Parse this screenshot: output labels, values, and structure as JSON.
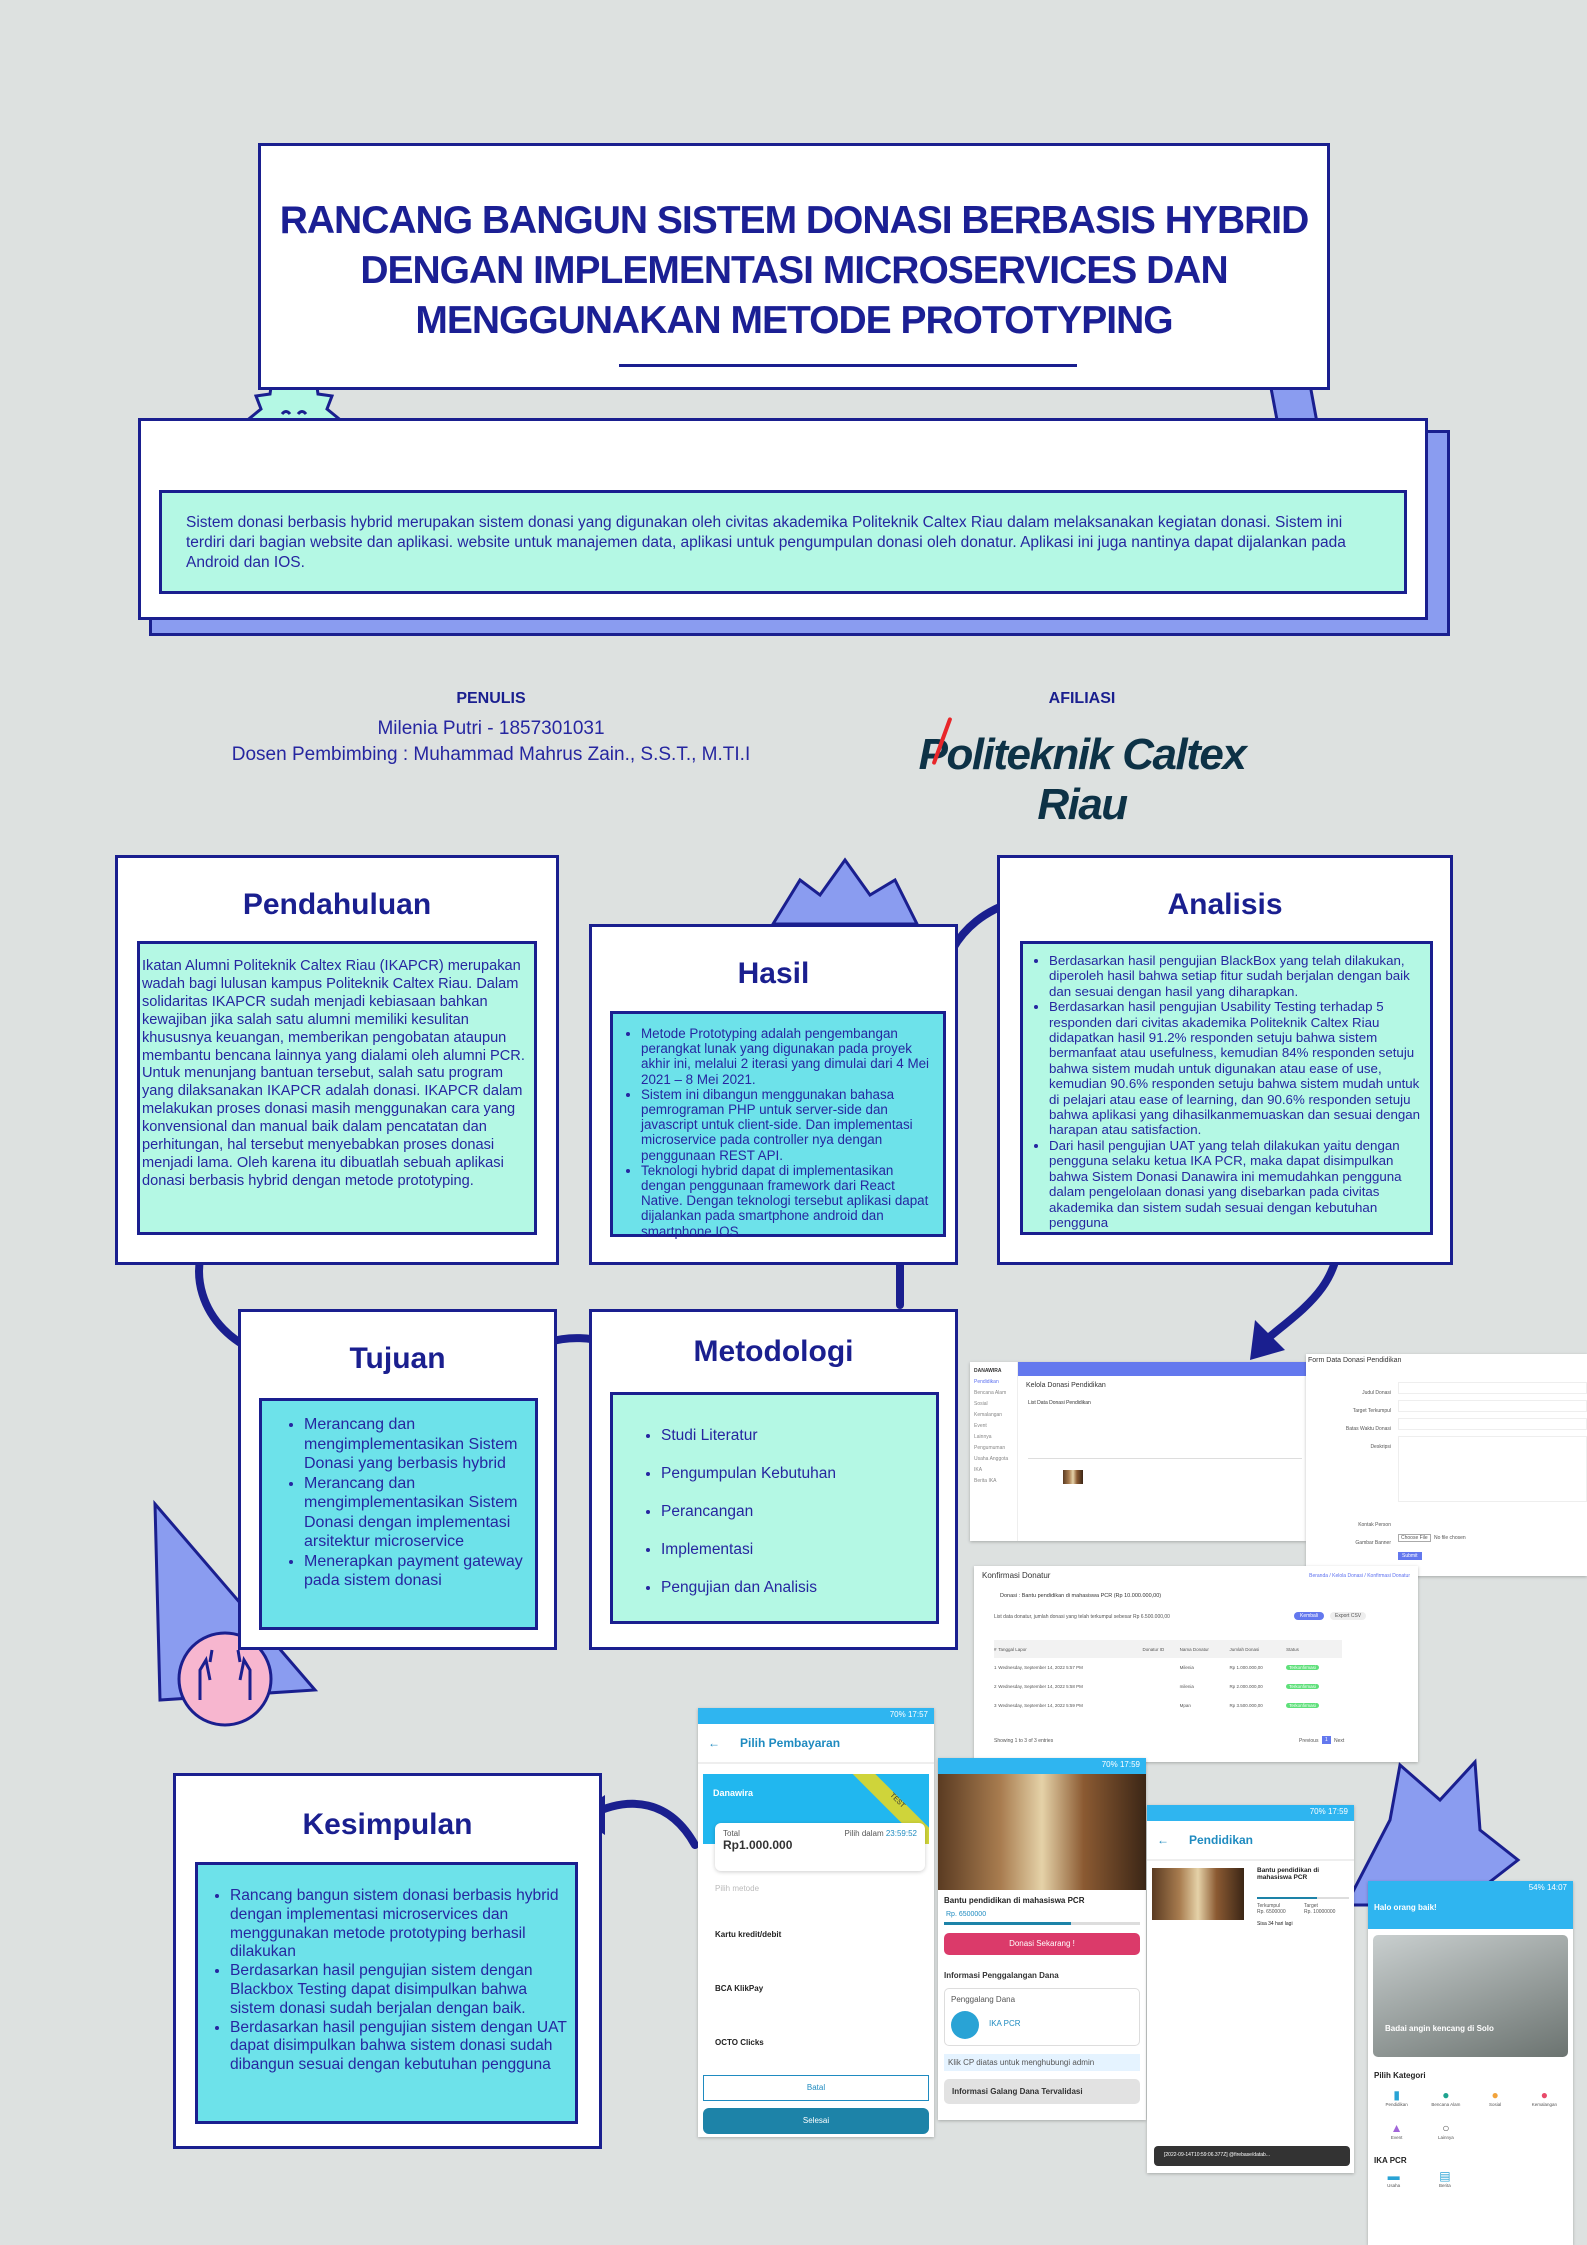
{
  "title": {
    "lines": [
      "RANCANG BANGUN SISTEM DONASI BERBASIS HYBRID",
      "DENGAN IMPLEMENTASI MICROSERVICES DAN",
      "MENGGUNAKAN METODE PROTOTYPING"
    ]
  },
  "intro": "Sistem donasi berbasis hybrid merupakan sistem donasi yang digunakan oleh civitas akademika Politeknik Caltex Riau dalam melaksanakan kegiatan donasi. Sistem ini terdiri dari bagian website dan aplikasi. website untuk manajemen data, aplikasi untuk pengumpulan donasi oleh donatur. Aplikasi ini juga nantinya dapat dijalankan pada Android dan IOS.",
  "authors": {
    "heading": "PENULIS",
    "name": "Milenia Putri - 1857301031",
    "advisor": "Dosen Pembimbing : Muhammad Mahrus Zain., S.S.T., M.TI.I"
  },
  "affiliation": {
    "heading": "AFILIASI",
    "logo_text": "Politeknik Caltex Riau"
  },
  "pendahuluan": {
    "title": "Pendahuluan",
    "text": "Ikatan Alumni Politeknik Caltex Riau (IKAPCR) merupakan wadah bagi lulusan kampus Politeknik Caltex Riau. Dalam solidaritas IKAPCR sudah menjadi kebiasaan bahkan kewajiban jika salah satu alumni memiliki kesulitan khususnya keuangan, memberikan pengobatan ataupun membantu bencana lainnya yang dialami oleh alumni PCR. Untuk menunjang bantuan tersebut, salah satu program yang dilaksanakan IKAPCR adalah donasi. IKAPCR dalam melakukan proses donasi masih menggunakan cara yang konvensional dan manual baik dalam pencatatan dan perhitungan, hal tersebut menyebabkan proses donasi menjadi lama. Oleh karena itu dibuatlah sebuah aplikasi donasi berbasis hybrid dengan metode prototyping."
  },
  "hasil": {
    "title": "Hasil",
    "items": [
      "Metode Prototyping adalah pengembangan perangkat lunak yang digunakan pada proyek akhir ini, melalui 2 iterasi yang dimulai dari 4 Mei 2021 – 8 Mei 2021.",
      "Sistem ini dibangun menggunakan bahasa pemrograman PHP untuk server-side dan javascript untuk client-side. Dan implementasi microservice pada controller nya dengan penggunaan REST API.",
      "Teknologi hybrid dapat di implementasikan dengan penggunaan framework dari React Native. Dengan teknologi tersebut aplikasi dapat dijalankan pada smartphone android dan smartphone IOS"
    ]
  },
  "analisis": {
    "title": "Analisis",
    "items": [
      "Berdasarkan hasil pengujian BlackBox yang telah dilakukan, diperoleh hasil bahwa setiap fitur sudah berjalan dengan baik dan sesuai dengan hasil yang diharapkan.",
      "Berdasarkan hasil pengujian Usability Testing terhadap 5 responden dari civitas akademika Politeknik Caltex Riau didapatkan hasil 91.2% responden setuju bahwa sistem bermanfaat atau usefulness, kemudian 84% responden setuju bahwa sistem mudah untuk digunakan atau ease of use, kemudian 90.6% responden setuju bahwa sistem mudah untuk di pelajari atau ease of learning, dan 90.6% responden setuju bahwa aplikasi yang dihasilkanmemuaskan dan sesuai dengan harapan atau satisfaction.",
      "Dari hasil pengujian UAT yang telah dilakukan yaitu dengan pengguna selaku ketua IKA PCR, maka dapat disimpulkan bahwa Sistem Donasi Danawira ini memudahkan pengguna dalam pengelolaan donasi yang disebarkan pada civitas akademika dan sistem sudah sesuai dengan kebutuhan pengguna"
    ]
  },
  "tujuan": {
    "title": "Tujuan",
    "items": [
      "Merancang dan mengimplementasikan Sistem Donasi yang berbasis hybrid",
      "Merancang dan mengimplementasikan Sistem Donasi dengan implementasi arsitektur microservice",
      "Menerapkan payment gateway pada sistem donasi"
    ]
  },
  "metodologi": {
    "title": "Metodologi",
    "items": [
      "Studi Literatur",
      "Pengumpulan Kebutuhan",
      "Perancangan",
      "Implementasi",
      "Pengujian dan Analisis"
    ]
  },
  "kesimpulan": {
    "title": "Kesimpulan",
    "items": [
      "Rancang bangun sistem donasi berbasis hybrid dengan implementasi microservices dan menggunakan metode prototyping berhasil dilakukan",
      "Berdasarkan hasil pengujian sistem dengan Blackbox Testing dapat disimpulkan bahwa sistem donasi sudah berjalan dengan baik.",
      "Berdasarkan hasil pengujian sistem dengan UAT dapat disimpulkan bahwa sistem donasi sudah dibangun sesuai dengan kebutuhan pengguna"
    ]
  },
  "screens": {
    "admin": {
      "brand": "DANAWIRA",
      "page_title": "Kelola Donasi Pendidikan",
      "section": "List Data Donasi Pendidikan",
      "menu": [
        "Pendidikan",
        "Bencana Alam",
        "Sosial",
        "Kemalangan",
        "Event",
        "Lainnya",
        "Pengumuman",
        "Usaha Anggota IKA",
        "Berita IKA"
      ]
    },
    "form": {
      "title": "Form Data Donasi Pendidikan",
      "fields": [
        "Judul Donasi",
        "Target Terkumpul",
        "Batas Waktu Donasi",
        "Deskripsi",
        "Kontak Person",
        "Gambar Banner"
      ],
      "file_button": "Choose File",
      "file_status": "No file chosen",
      "submit": "Submit"
    },
    "konfirmasi": {
      "title": "Konfirmasi Donatur",
      "breadcrumb": "Beranda / Kelola Donasi / Konfirmasi Donatur",
      "donasi": "Donasi : Bantu pendidikan di mahasiswa PCR (Rp 10.000.000,00)",
      "summary": "List data donatur, jumlah donasi yang telah terkumpul sebesar Rp 6.500.000,00",
      "back": "Kembali",
      "export": "Export CSV",
      "columns": [
        "#",
        "Tanggal Lapor",
        "Donatur ID",
        "Nama Donatur",
        "Jumlah Donasi",
        "Status"
      ],
      "rows": [
        [
          "1",
          "Wednesday, September 14, 2022 5:57 PM",
          "Milenia",
          "Rp 1.000.000,00",
          "Terkonfirmasi"
        ],
        [
          "2",
          "Wednesday, September 14, 2022 5:58 PM",
          "milenia",
          "Rp 2.000.000,00",
          "Terkonfirmasi"
        ],
        [
          "3",
          "Wednesday, September 14, 2022 5:59 PM",
          "Mpan",
          "Rp 3.500.000,00",
          "Terkonfirmasi"
        ]
      ],
      "footer": "Showing 1 to 3 of 3 entries",
      "prev": "Previous",
      "page": "1",
      "next": "Next"
    },
    "payment": {
      "status": "70% 17:57",
      "title": "Pilih Pembayaran",
      "brand": "Danawira",
      "ribbon": "TEST",
      "total_label": "Total",
      "total": "Rp1.000.000",
      "timer_label": "Pilih dalam",
      "timer": "23:59:52",
      "method_label": "Pilih metode",
      "methods": [
        "Kartu kredit/debit",
        "BCA KlikPay",
        "OCTO Clicks"
      ],
      "cancel": "Batal",
      "done": "Selesai"
    },
    "detail": {
      "status": "70% 17:59",
      "campaign": "Bantu pendidikan di mahasiswa PCR",
      "raised": "Rp. 6500000",
      "donate": "Donasi Sekarang !",
      "info_title": "Informasi Penggalangan Dana",
      "fundraiser_label": "Penggalang Dana",
      "fundraiser": "IKA PCR",
      "cp_hint": "Klik CP diatas untuk menghubungi admin",
      "verified": "Informasi Galang Dana Tervalidasi"
    },
    "pendidikan": {
      "status": "70% 17:59",
      "title": "Pendidikan",
      "campaign": "Bantu pendidikan di mahasiswa PCR",
      "raised_label": "Terkumpul",
      "raised": "Rp. 6500000",
      "target_label": "Target",
      "target": "Rp. 10000000",
      "days": "Sisa 34 hari lagi",
      "toast": "[2022-09-14T10:59:06.377Z] @firebase/datab..."
    },
    "home": {
      "status": "54% 14:07",
      "greeting": "Halo orang baik!",
      "banner": "Badai angin kencang di Solo",
      "category_title": "Pilih Kategori",
      "categories": [
        "Pendidikan",
        "Bencana Alam",
        "Sosial",
        "Kemalangan",
        "Event",
        "Lainnya"
      ],
      "ika_title": "IKA PCR",
      "ika": [
        "Usaha",
        "Berita"
      ]
    }
  },
  "colors": {
    "navy": "#1a1f8f",
    "mint": "#b4f8e4",
    "cyan": "#6de2ea",
    "periwinkle": "#8a9cf0",
    "background": "#dde1e0"
  }
}
